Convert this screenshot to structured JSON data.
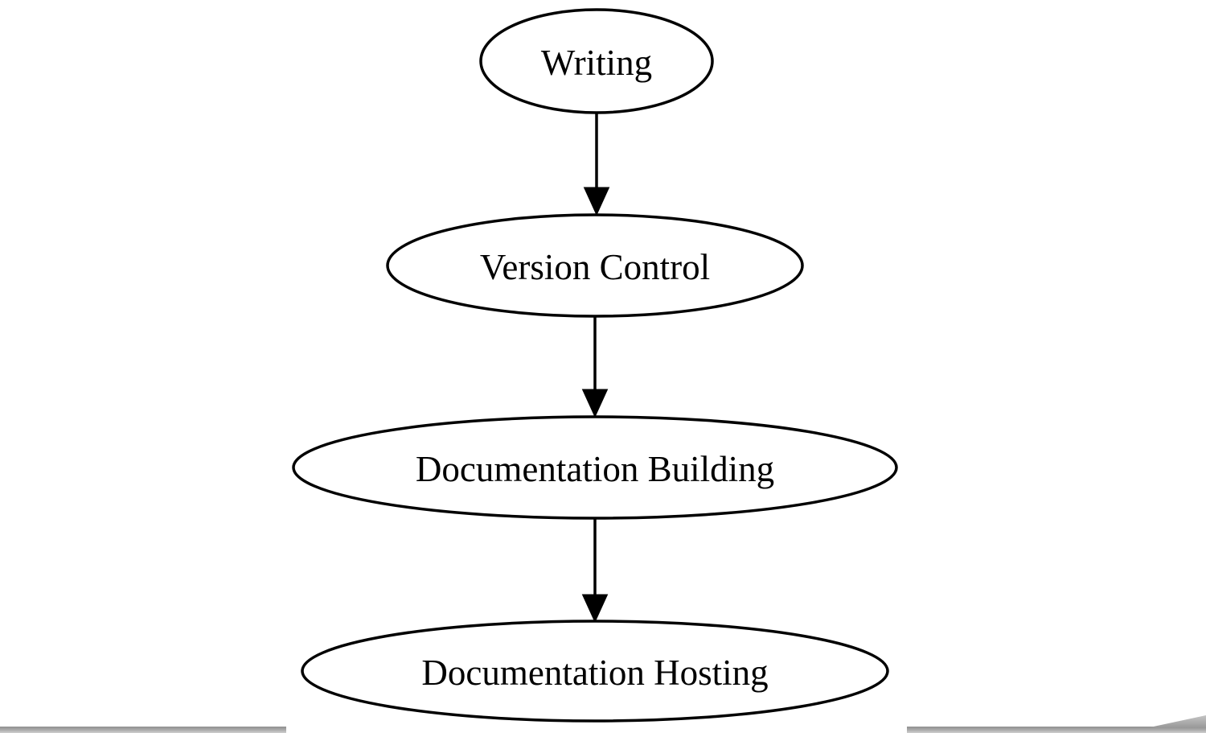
{
  "diagram": {
    "type": "flowchart",
    "direction": "top-down",
    "colors": {
      "background": "#ffffff",
      "node_fill": "#ffffff",
      "node_stroke": "#000000",
      "text": "#000000",
      "page_edge_shadow": "#a0a0a0"
    },
    "nodes": [
      {
        "id": "writing",
        "label": "Writing"
      },
      {
        "id": "version-control",
        "label": "Version Control"
      },
      {
        "id": "documentation-building",
        "label": "Documentation Building"
      },
      {
        "id": "documentation-hosting",
        "label": "Documentation Hosting"
      }
    ],
    "edges": [
      {
        "from": "writing",
        "to": "version-control"
      },
      {
        "from": "version-control",
        "to": "documentation-building"
      },
      {
        "from": "documentation-building",
        "to": "documentation-hosting"
      }
    ]
  }
}
